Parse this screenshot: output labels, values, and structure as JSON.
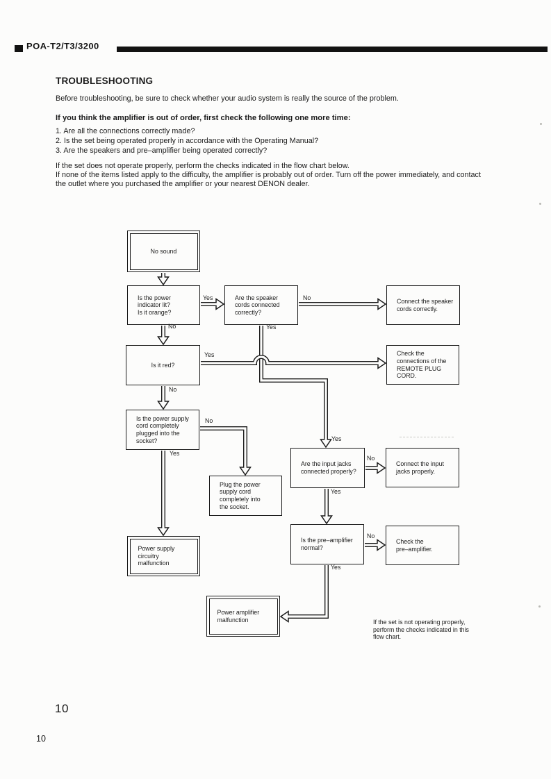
{
  "header": {
    "model": "POA-T2/T3/3200"
  },
  "content": {
    "title": "TROUBLESHOOTING",
    "intro": "Before troubleshooting, be sure to check whether your audio system is really the source of the problem.",
    "check_heading": "If you think the amplifier is out of order, first check the following one more time:",
    "check_items": [
      "1. Are all the connections correctly made?",
      "2. Is the set being operated properly in accordance with the Operating Manual?",
      "3. Are the speakers and pre–amplifier being operated correctly?"
    ],
    "para1": "If the set does not operate properly, perform the checks indicated in the flow chart below.",
    "para2": "If none of the items listed apply to the difficulty, the amplifier is probably out of order. Turn off the power immediately, and contact\nthe outlet where you purchased the amplifier or your nearest DENON dealer."
  },
  "flow": {
    "boxes": [
      {
        "id": "no-sound",
        "text": "No sound"
      },
      {
        "id": "power-indicator-lit",
        "text": "Is the power\nindicator lit?\nIs it orange?"
      },
      {
        "id": "speaker-cords",
        "text": "Are the speaker\ncords connected\ncorrectly?"
      },
      {
        "id": "connect-speaker-cords",
        "text": "Connect the speaker\ncords correctly."
      },
      {
        "id": "is-it-red",
        "text": "Is it red?"
      },
      {
        "id": "check-remote-plug-cord",
        "text": "Check the\nconnections of the\nREMOTE PLUG\nCORD."
      },
      {
        "id": "power-supply-cord",
        "text": "Is the power supply\ncord completely\nplugged into the\nsocket?"
      },
      {
        "id": "plug-power-cord",
        "text": "Plug the power\nsupply cord\ncompletely into\nthe socket."
      },
      {
        "id": "power-supply-malfunction",
        "text": "Power supply\ncircuitry\nmalfunction"
      },
      {
        "id": "input-jacks",
        "text": "Are the input jacks\nconnected properly?"
      },
      {
        "id": "connect-input-jacks",
        "text": "Connect the input\njacks properly."
      },
      {
        "id": "preamp-normal",
        "text": "Is the pre–amplifier\nnormal?"
      },
      {
        "id": "check-preamp",
        "text": "Check the\npre–amplifier."
      },
      {
        "id": "power-amp-malfunction",
        "text": "Power amplifier\nmalfunction"
      }
    ],
    "labels": [
      "Yes",
      "No",
      "No",
      "Yes",
      "Yes",
      "No",
      "No",
      "Yes",
      "Yes",
      "No",
      "Yes",
      "No",
      "Yes"
    ],
    "note": "If the set is not operating properly,\nperform the checks indicated in this\nflow chart."
  },
  "footer": {
    "page_number_large": "10",
    "page_number_small": "10"
  },
  "colors": {
    "ink": "#1a1a1a",
    "paper": "#fcfcfb"
  }
}
